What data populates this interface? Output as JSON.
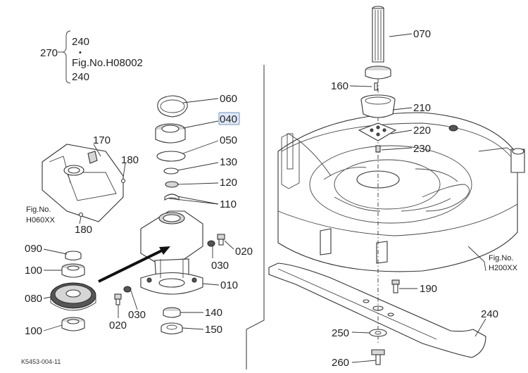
{
  "callouts": {
    "p270": "270",
    "p240_top": "240",
    "bullet": "•",
    "fig_h08002": "Fig.No.H08002",
    "p240_bot": "240",
    "p070": "070",
    "p160": "160",
    "p210": "210",
    "p220": "220",
    "p230": "230",
    "p060": "060",
    "p040": "040",
    "p050": "050",
    "p130": "130",
    "p120": "120",
    "p110": "110",
    "p170": "170",
    "p180_top": "180",
    "p180_bot": "180",
    "fig_h060xx_a": "Fig.No.",
    "fig_h060xx_b": "H060XX",
    "p090": "090",
    "p100_top": "100",
    "p080": "080",
    "p100_bot": "100",
    "p020_right": "020",
    "p030_right": "030",
    "p010": "010",
    "p030_left": "030",
    "p020_left": "020",
    "p140": "140",
    "p150": "150",
    "fig_h200xx_a": "Fig.No.",
    "fig_h200xx_b": "H200XX",
    "p190": "190",
    "p240_blade": "240",
    "p250": "250",
    "p260": "260",
    "diagram_code": "K5453-004-11"
  },
  "highlight_color": "#dfe9f7"
}
